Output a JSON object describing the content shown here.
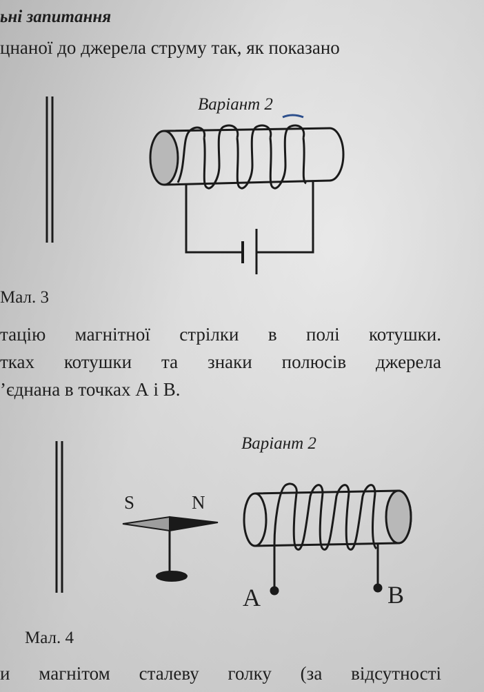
{
  "page": {
    "heading": "ьні запитання",
    "line1": "цнаної до джерела струму так, як показано",
    "fig3": {
      "variant": "Варіант 2",
      "caption": "Мал. 3"
    },
    "para": [
      "тацію магнітної стрілки в полі котушки.",
      "тках котушки та знаки полюсів джерела",
      "’єднана в точках А і В."
    ],
    "fig4": {
      "variant": "Варіант 2",
      "pole_s": "S",
      "pole_n": "N",
      "point_a": "A",
      "point_b": "B",
      "caption": "Мал. 4"
    },
    "bottom_line": "и магнітом сталеву голку (за відсутності"
  }
}
